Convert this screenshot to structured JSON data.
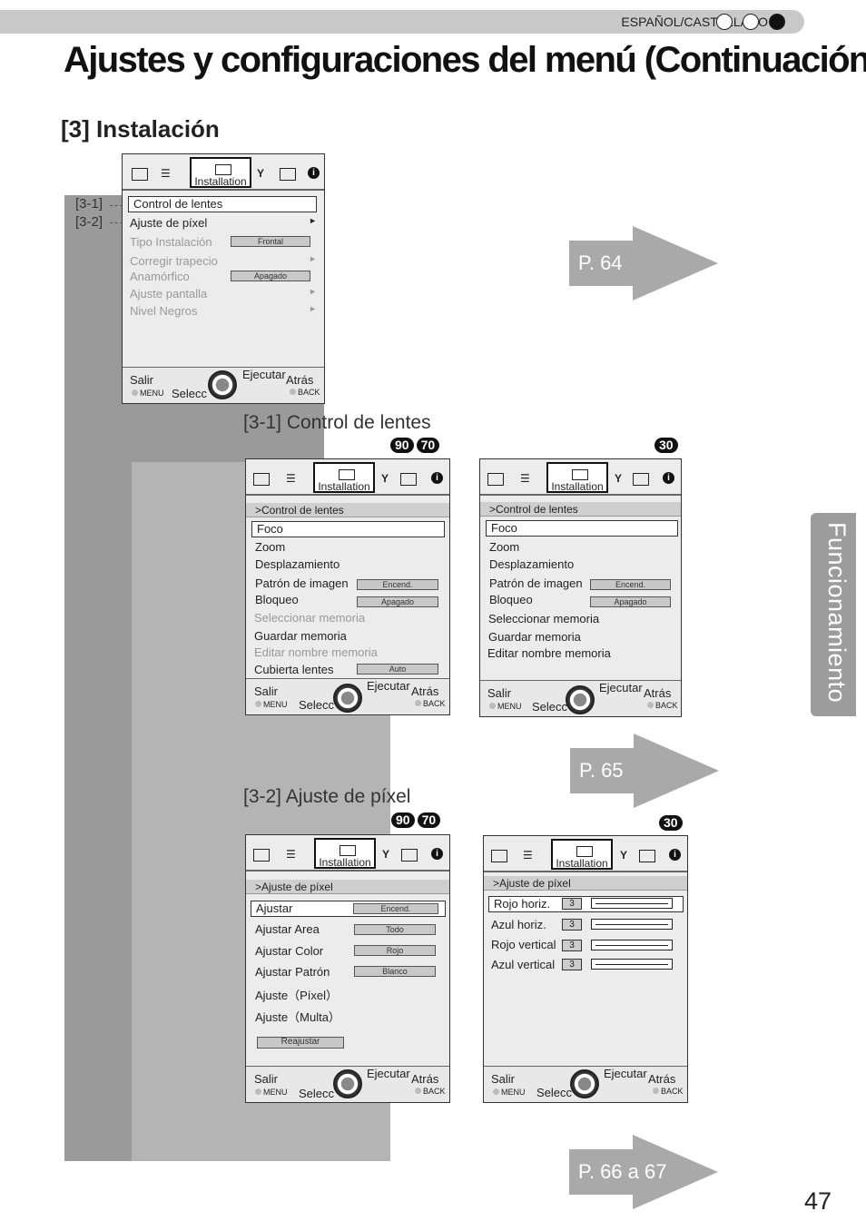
{
  "header": {
    "language": "ESPAÑOL/CASTELLANO",
    "title": "Ajustes y configuraciones del menú (Continuación)"
  },
  "section": {
    "title": "[3] Instalación",
    "side_tab": "Funcionamiento",
    "page_number": "47"
  },
  "callouts": {
    "c1": "[3-1]",
    "c2": "[3-2]"
  },
  "subsections": {
    "s1": "[3-1] Control de lentes",
    "s2": "[3-2] Ajuste de píxel"
  },
  "badges": {
    "b90": "90",
    "b70": "70",
    "b30": "30"
  },
  "arrows": {
    "a1": "P. 64",
    "a2": "P. 65",
    "a3": "P. 66 a 67"
  },
  "common": {
    "tab_label": "Installation",
    "exit": "Salir",
    "menu": "MENU",
    "select": "Selecc",
    "execute": "Ejecutar",
    "back_label": "Atrás",
    "back_key": "BACK"
  },
  "menu_main": {
    "items": [
      "Control de lentes",
      "Ajuste de píxel",
      "Tipo Instalación",
      "Corregir trapecio",
      "Anamórfico",
      "Ajuste pantalla",
      "Nivel Negros"
    ],
    "tipo_value": "Frontal",
    "anam_value": "Apagado"
  },
  "menu_lens_9070": {
    "crumb": "Control de lentes",
    "items": [
      "Foco",
      "Zoom",
      "Desplazamiento",
      "Patrón de imagen",
      "Bloqueo",
      "Seleccionar memoria",
      "Guardar memoria",
      "Editar nombre memoria",
      "Cubierta lentes"
    ],
    "patron_value": "Encend.",
    "bloqueo_value": "Apagado",
    "cubierta_value": "Auto"
  },
  "menu_lens_30": {
    "crumb": "Control de lentes",
    "items": [
      "Foco",
      "Zoom",
      "Desplazamiento",
      "Patrón de imagen",
      "Bloqueo",
      "Seleccionar memoria",
      "Guardar memoria",
      "Editar nombre memoria"
    ],
    "patron_value": "Encend.",
    "bloqueo_value": "Apagado"
  },
  "menu_pixel_9070": {
    "crumb": "Ajuste de píxel",
    "items": [
      "Ajustar",
      "Ajustar Area",
      "Ajustar Color",
      "Ajustar Patrón",
      "Ajuste（Píxel）",
      "Ajuste（Multa）"
    ],
    "values": [
      "Encend.",
      "Todo",
      "Rojo",
      "Blanco"
    ],
    "reset": "Reajustar"
  },
  "menu_pixel_30": {
    "crumb": "Ajuste de píxel",
    "items": [
      "Rojo horiz.",
      "Azul horiz.",
      "Rojo vertical",
      "Azul vertical"
    ],
    "values": [
      "3",
      "3",
      "3",
      "3"
    ]
  }
}
